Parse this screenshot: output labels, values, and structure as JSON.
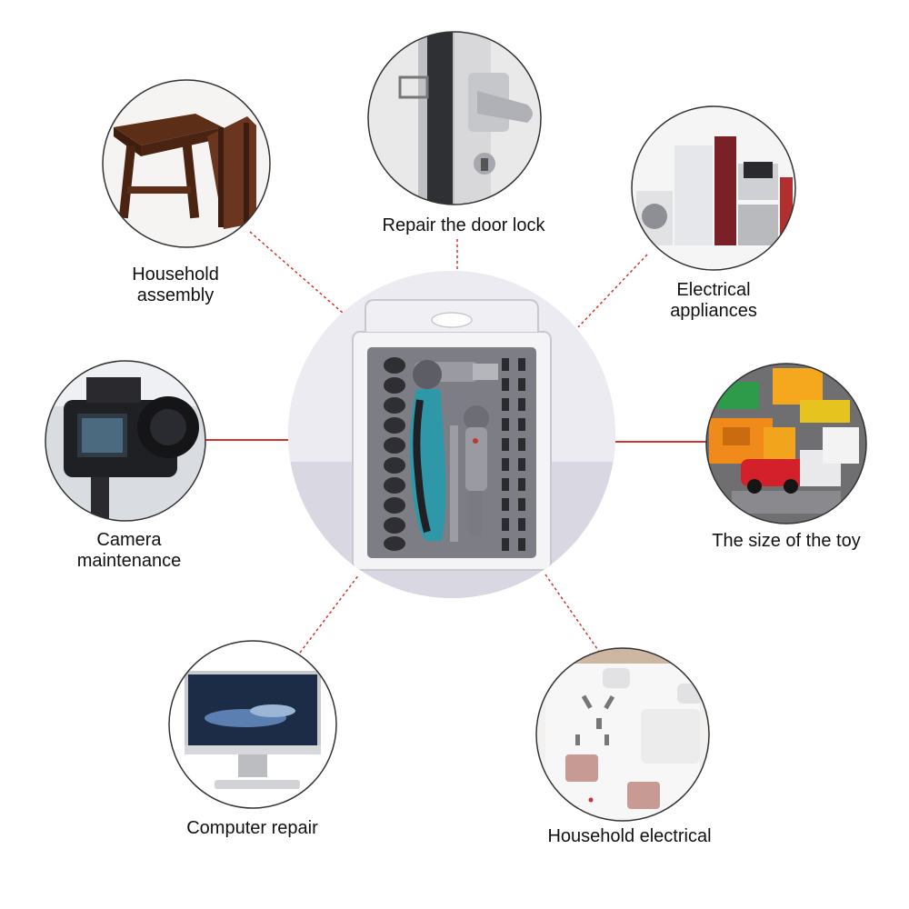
{
  "labels": {
    "household_assembly": "Household\nassembly",
    "door_lock": "Repair the door lock",
    "electrical_appliances": "Electrical\nappliances",
    "camera_maintenance": "Camera\nmaintenance",
    "toy_size": "The size of the toy",
    "computer_repair": "Computer repair",
    "household_electrical": "Household electrical"
  },
  "colors": {
    "connector": "#d7312e",
    "circle_border": "#333333",
    "center_bg": "#e2e1ea",
    "handle_teal": "#2f98a8"
  },
  "icons": {
    "center": "screwdriver-kit-case",
    "household_assembly": "wooden-stool-chair",
    "door_lock": "door-lever-lock",
    "electrical_appliances": "home-appliances",
    "camera_maintenance": "dslr-camera",
    "toy_size": "toy-cars-pile",
    "computer_repair": "desktop-monitor",
    "household_electrical": "wall-power-socket"
  }
}
